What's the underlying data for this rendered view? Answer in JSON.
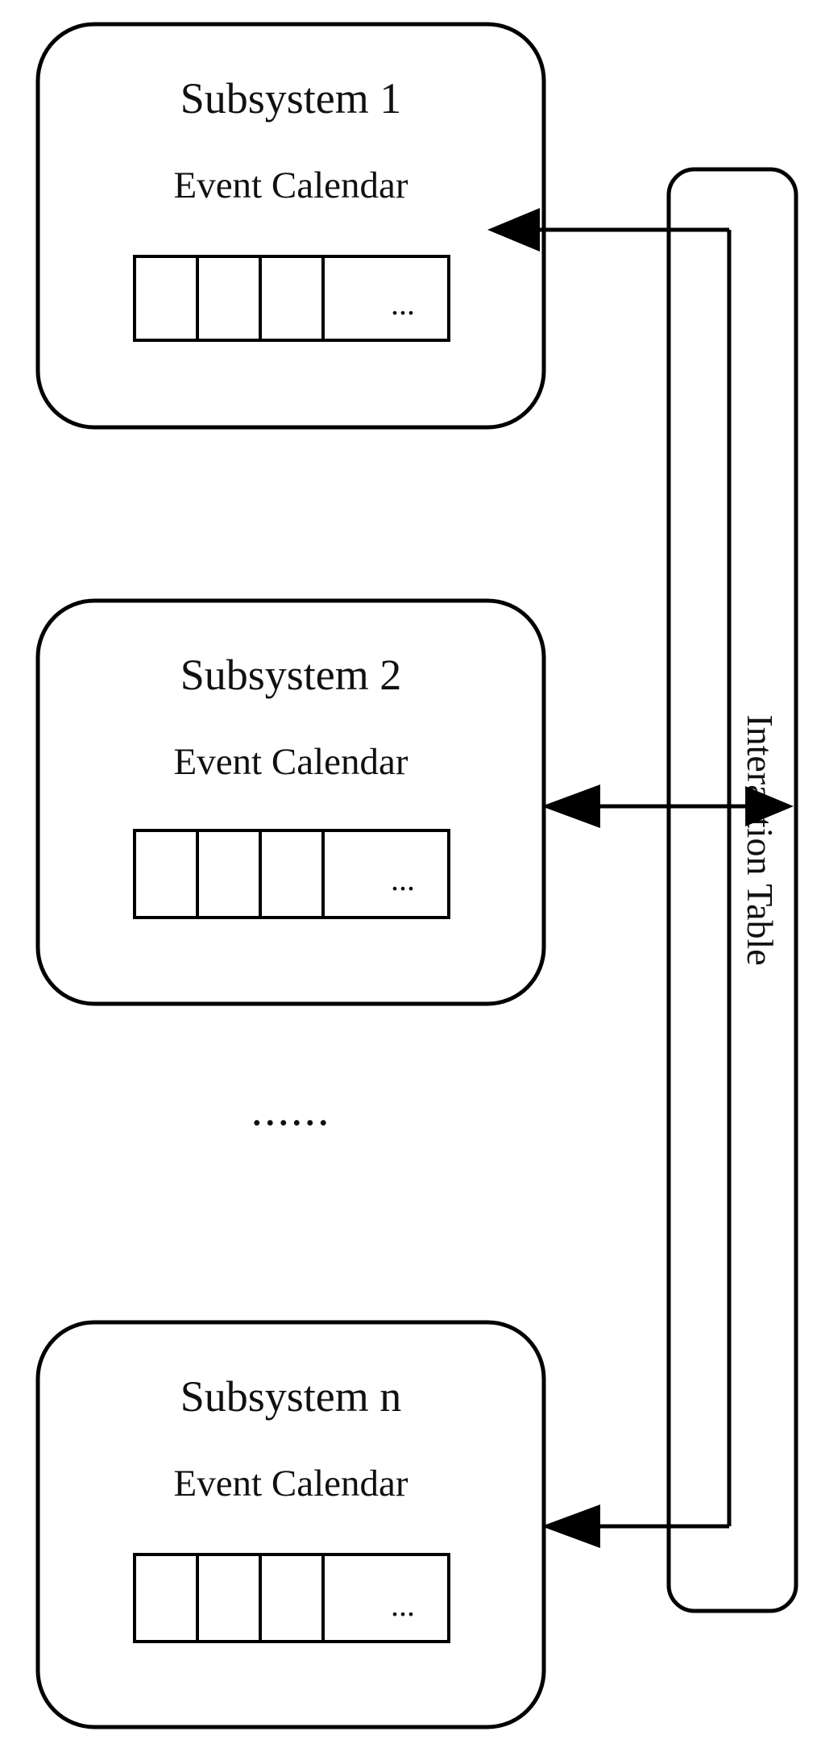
{
  "subsystems": [
    {
      "title": "Subsystem 1",
      "calendar_label": "Event Calendar",
      "overflow_cell": "..."
    },
    {
      "title": "Subsystem 2",
      "calendar_label": "Event Calendar",
      "overflow_cell": "..."
    },
    {
      "title": "Subsystem n",
      "calendar_label": "Event Calendar",
      "overflow_cell": "..."
    }
  ],
  "ellipsis": "......",
  "interaction_table_label": "Interaction Table"
}
